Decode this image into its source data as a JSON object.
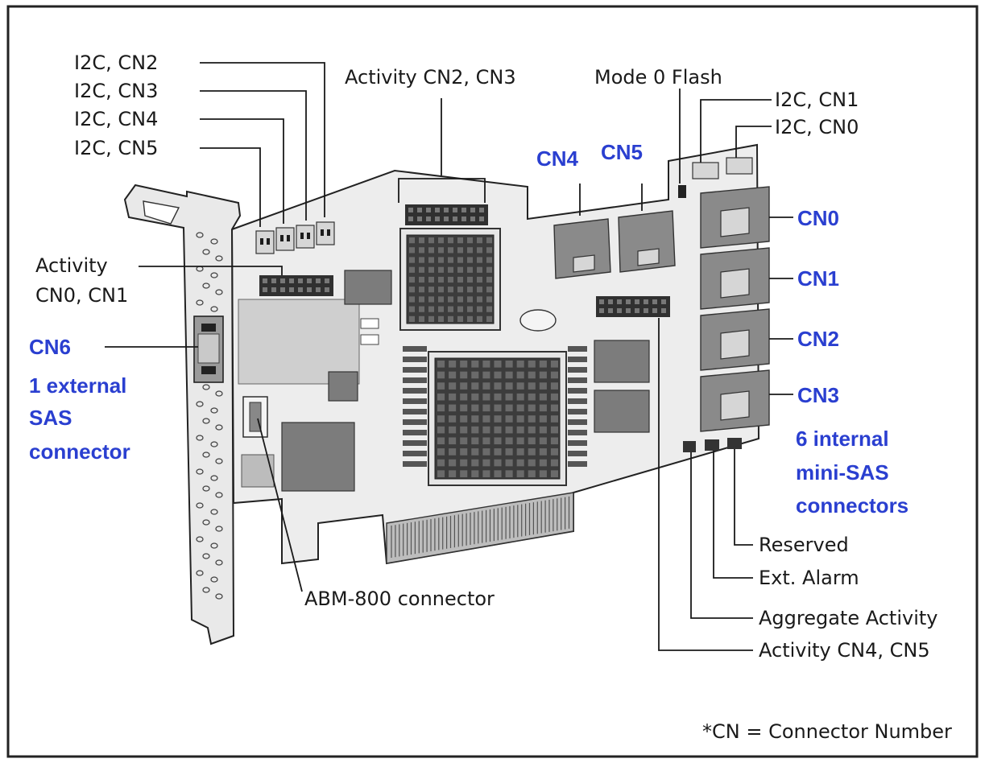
{
  "labels": {
    "i2c_cn2": "I2C, CN2",
    "i2c_cn3": "I2C, CN3",
    "i2c_cn4": "I2C, CN4",
    "i2c_cn5": "I2C, CN5",
    "activity_cn2_cn3": "Activity CN2, CN3",
    "mode0_flash": "Mode 0 Flash",
    "i2c_cn1": "I2C, CN1",
    "i2c_cn0": "I2C, CN0",
    "activity_cn0_cn1_line1": "Activity",
    "activity_cn0_cn1_line2": "CN0, CN1",
    "abm800": "ABM-800 connector",
    "reserved": "Reserved",
    "ext_alarm": "Ext. Alarm",
    "aggregate_activity": "Aggregate Activity",
    "activity_cn4_cn5": "Activity CN4, CN5",
    "footnote": "*CN = Connector Number"
  },
  "connectors": {
    "cn0": "CN0",
    "cn1": "CN1",
    "cn2": "CN2",
    "cn3": "CN3",
    "cn4": "CN4",
    "cn5": "CN5",
    "cn6": "CN6"
  },
  "external_group": [
    "1 external",
    "SAS",
    "connector"
  ],
  "internal_group": [
    "6 internal",
    "mini-SAS",
    "connectors"
  ],
  "colors": {
    "connector_label": "#2a3fd0",
    "text": "#1a1a1a",
    "border": "#222222",
    "board": "#ededed"
  }
}
